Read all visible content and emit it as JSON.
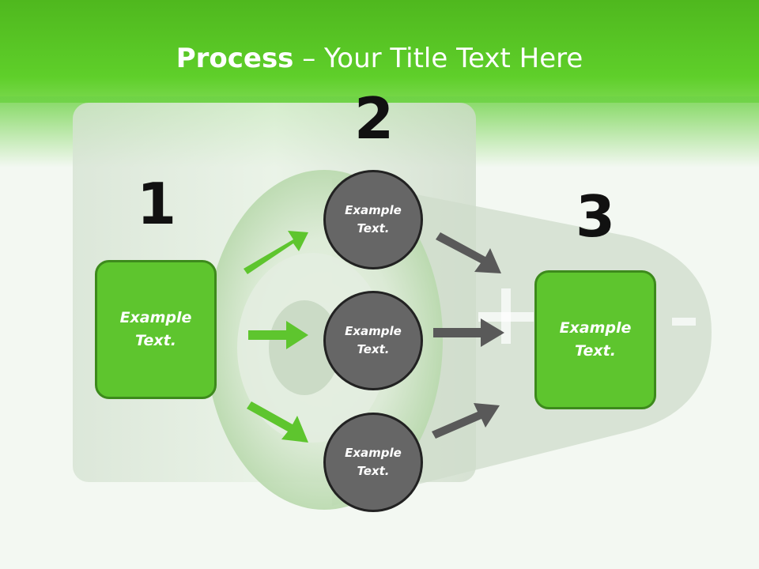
{
  "slide": {
    "title_strong": "Process",
    "title_rest": " – Your Title Text Here"
  },
  "colors": {
    "header_green": "#5fcf2a",
    "box_green": "#5ec52e",
    "box_border": "#3d8a1c",
    "circle_gray": "#666666",
    "arrow_gray": "#595959"
  },
  "steps": {
    "one": {
      "number": "1",
      "text": "Example\nText."
    },
    "two": {
      "number": "2"
    },
    "three": {
      "number": "3",
      "text": "Example\nText."
    }
  },
  "circles": [
    {
      "text": "Example\nText."
    },
    {
      "text": "Example\nText."
    },
    {
      "text": "Example\nText."
    }
  ]
}
